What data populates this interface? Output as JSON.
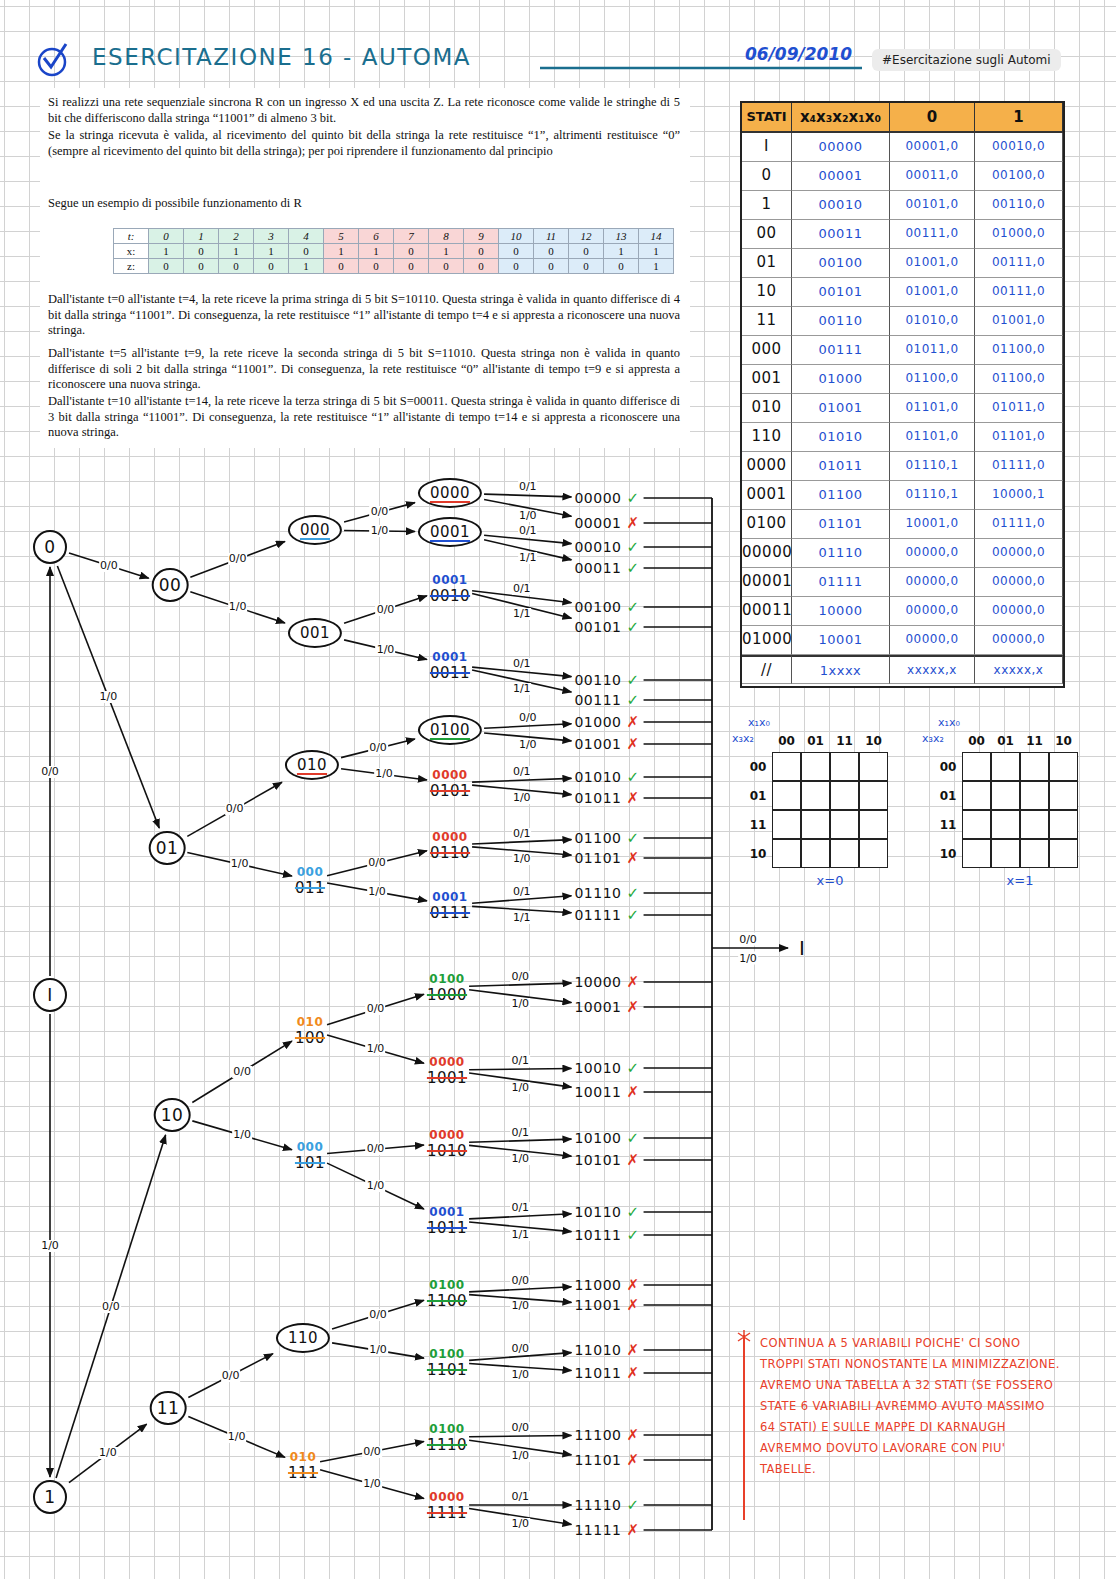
{
  "diagram": {
    "title": "ESERCITAZIONE 16 - AUTOMA",
    "nodes": [
      {
        "text": [
          "I"
        ]
      },
      {
        "text": [
          "0"
        ]
      },
      {
        "text": [
          "1"
        ]
      },
      {
        "text": [
          "00"
        ]
      },
      {
        "text": [
          "01"
        ]
      },
      {
        "text": [
          "10"
        ]
      },
      {
        "text": [
          "11"
        ]
      },
      {
        "text": [
          "000"
        ]
      },
      {
        "text": [
          "001"
        ]
      },
      {
        "text": [
          "010"
        ]
      },
      {
        "text": [
          "000",
          "011"
        ]
      },
      {
        "text": [
          "010",
          "100"
        ]
      },
      {
        "text": [
          "000",
          "101"
        ]
      },
      {
        "text": [
          "110"
        ]
      },
      {
        "text": [
          "010",
          "111"
        ]
      },
      {
        "text": [
          "0000"
        ]
      },
      {
        "text": [
          "0001"
        ]
      },
      {
        "text": [
          "0001",
          "0010"
        ]
      },
      {
        "text": [
          "0001",
          "0011"
        ]
      },
      {
        "text": [
          "0100"
        ]
      },
      {
        "text": [
          "0000",
          "0101"
        ]
      },
      {
        "text": [
          "0000",
          "0110"
        ]
      },
      {
        "text": [
          "0001",
          "0111"
        ]
      },
      {
        "text": [
          "0100",
          "1000"
        ]
      },
      {
        "text": [
          "0000",
          "1001"
        ]
      },
      {
        "text": [
          "0000",
          "1010"
        ]
      },
      {
        "text": [
          "0001",
          "1011"
        ]
      },
      {
        "text": [
          "0100",
          "1100"
        ]
      },
      {
        "text": [
          "0100",
          "1101"
        ]
      },
      {
        "text": [
          "0100",
          "1110"
        ]
      },
      {
        "text": [
          "0000",
          "1111"
        ]
      },
      {
        "text": [
          "00000",
          "✓"
        ]
      },
      {
        "text": [
          "00001",
          "✗"
        ]
      },
      {
        "text": [
          "00010",
          "✓"
        ]
      },
      {
        "text": [
          "00011",
          "✓"
        ]
      },
      {
        "text": [
          "00100",
          "✓"
        ]
      },
      {
        "text": [
          "00101",
          "✓"
        ]
      },
      {
        "text": [
          "00110",
          "✓"
        ]
      },
      {
        "text": [
          "00111",
          "✓"
        ]
      },
      {
        "text": [
          "01000",
          "✗"
        ]
      },
      {
        "text": [
          "01001",
          "✗"
        ]
      },
      {
        "text": [
          "01010",
          "✓"
        ]
      },
      {
        "text": [
          "01011",
          "✗"
        ]
      },
      {
        "text": [
          "01100",
          "✓"
        ]
      },
      {
        "text": [
          "01101",
          "✗"
        ]
      },
      {
        "text": [
          "01110",
          "✓"
        ]
      },
      {
        "text": [
          "01111",
          "✓"
        ]
      },
      {
        "text": [
          "10000",
          "✗"
        ]
      },
      {
        "text": [
          "10001",
          "✗"
        ]
      },
      {
        "text": [
          "10010",
          "✓"
        ]
      },
      {
        "text": [
          "10011",
          "✗"
        ]
      },
      {
        "text": [
          "10100",
          "✓"
        ]
      },
      {
        "text": [
          "10101",
          "✗"
        ]
      },
      {
        "text": [
          "10110",
          "✓"
        ]
      },
      {
        "text": [
          "10111",
          "✓"
        ]
      },
      {
        "text": [
          "11000",
          "✗"
        ]
      },
      {
        "text": [
          "11001",
          "✗"
        ]
      },
      {
        "text": [
          "11010",
          "✗"
        ]
      },
      {
        "text": [
          "11011",
          "✗"
        ]
      },
      {
        "text": [
          "11100",
          "✗"
        ]
      },
      {
        "text": [
          "11101",
          "✗"
        ]
      },
      {
        "text": [
          "11110",
          "✓"
        ]
      },
      {
        "text": [
          "11111",
          "✗"
        ]
      }
    ],
    "edges": [
      {
        "from": 0,
        "to": 1,
        "label": "0/0",
        "arrow": "to"
      },
      {
        "from": 0,
        "to": 2,
        "label": "1/0",
        "arrow": "to"
      },
      {
        "from": 1,
        "to": 3,
        "label": "0/0",
        "arrow": "to"
      },
      {
        "from": 1,
        "to": 4,
        "label": "1/0",
        "arrow": "to"
      },
      {
        "from": 2,
        "to": 5,
        "label": "0/0",
        "arrow": "to"
      },
      {
        "from": 2,
        "to": 6,
        "label": "1/0",
        "arrow": "to"
      },
      {
        "from": 3,
        "to": 7,
        "label": "0/0",
        "arrow": "to"
      },
      {
        "from": 3,
        "to": 8,
        "label": "1/0",
        "arrow": "to"
      },
      {
        "from": 4,
        "to": 9,
        "label": "0/0",
        "arrow": "to"
      },
      {
        "from": 4,
        "to": 10,
        "label": "1/0",
        "arrow": "to"
      },
      {
        "from": 5,
        "to": 11,
        "label": "0/0",
        "arrow": "to"
      },
      {
        "from": 5,
        "to": 12,
        "label": "1/0",
        "arrow": "to"
      },
      {
        "from": 6,
        "to": 13,
        "label": "0/0",
        "arrow": "to"
      },
      {
        "from": 6,
        "to": 14,
        "label": "1/0",
        "arrow": "to"
      },
      {
        "from": 7,
        "to": 15,
        "label": "0/0",
        "arrow": "to"
      },
      {
        "from": 7,
        "to": 16,
        "label": "1/0",
        "arrow": "to"
      },
      {
        "from": 8,
        "to": 17,
        "label": "0/0",
        "arrow": "to"
      },
      {
        "from": 8,
        "to": 18,
        "label": "1/0",
        "arrow": "to"
      },
      {
        "from": 9,
        "to": 19,
        "label": "0/0",
        "arrow": "to"
      },
      {
        "from": 9,
        "to": 20,
        "label": "1/0",
        "arrow": "to"
      },
      {
        "from": 10,
        "to": 21,
        "label": "0/0",
        "arrow": "to"
      },
      {
        "from": 10,
        "to": 22,
        "label": "1/0",
        "arrow": "to"
      },
      {
        "from": 11,
        "to": 23,
        "label": "0/0",
        "arrow": "to"
      },
      {
        "from": 11,
        "to": 24,
        "label": "1/0",
        "arrow": "to"
      },
      {
        "from": 12,
        "to": 25,
        "label": "0/0",
        "arrow": "to"
      },
      {
        "from": 12,
        "to": 26,
        "label": "1/0",
        "arrow": "to"
      },
      {
        "from": 13,
        "to": 27,
        "label": "0/0",
        "arrow": "to"
      },
      {
        "from": 13,
        "to": 28,
        "label": "1/0",
        "arrow": "to"
      },
      {
        "from": 14,
        "to": 29,
        "label": "0/0",
        "arrow": "to"
      },
      {
        "from": 14,
        "to": 30,
        "label": "1/0",
        "arrow": "to"
      },
      {
        "from": 15,
        "to": 31,
        "label": "0/1",
        "arrow": "to"
      },
      {
        "from": 15,
        "to": 32,
        "label": "1/0",
        "arrow": "to"
      },
      {
        "from": 16,
        "to": 33,
        "label": "0/1",
        "arrow": "to"
      },
      {
        "from": 16,
        "to": 34,
        "label": "1/1",
        "arrow": "to"
      },
      {
        "from": 17,
        "to": 35,
        "label": "0/1",
        "arrow": "to"
      },
      {
        "from": 17,
        "to": 36,
        "label": "1/1",
        "arrow": "to"
      },
      {
        "from": 18,
        "to": 37,
        "label": "0/1",
        "arrow": "to"
      },
      {
        "from": 18,
        "to": 38,
        "label": "1/1",
        "arrow": "to"
      },
      {
        "from": 19,
        "to": 39,
        "label": "0/0",
        "arrow": "to"
      },
      {
        "from": 19,
        "to": 40,
        "label": "1/0",
        "arrow": "to"
      },
      {
        "from": 20,
        "to": 41,
        "label": "0/1",
        "arrow": "to"
      },
      {
        "from": 20,
        "to": 42,
        "label": "1/0",
        "arrow": "to"
      },
      {
        "from": 21,
        "to": 43,
        "label": "0/1",
        "arrow": "to"
      },
      {
        "from": 21,
        "to": 44,
        "label": "1/0",
        "arrow": "to"
      },
      {
        "from": 22,
        "to": 45,
        "label": "0/1",
        "arrow": "to"
      },
      {
        "from": 22,
        "to": 46,
        "label": "1/1",
        "arrow": "to"
      },
      {
        "from": 23,
        "to": 47,
        "label": "0/0",
        "arrow": "to"
      },
      {
        "from": 23,
        "to": 48,
        "label": "1/0",
        "arrow": "to"
      },
      {
        "from": 24,
        "to": 49,
        "label": "0/1",
        "arrow": "to"
      },
      {
        "from": 24,
        "to": 50,
        "label": "1/0",
        "arrow": "to"
      },
      {
        "from": 25,
        "to": 51,
        "label": "0/1",
        "arrow": "to"
      },
      {
        "from": 25,
        "to": 52,
        "label": "1/0",
        "arrow": "to"
      },
      {
        "from": 26,
        "to": 53,
        "label": "0/1",
        "arrow": "to"
      },
      {
        "from": 26,
        "to": 54,
        "label": "1/1",
        "arrow": "to"
      },
      {
        "from": 27,
        "to": 55,
        "label": "0/0",
        "arrow": "to"
      },
      {
        "from": 27,
        "to": 56,
        "label": "1/0",
        "arrow": "to"
      },
      {
        "from": 28,
        "to": 57,
        "label": "0/0",
        "arrow": "to"
      },
      {
        "from": 28,
        "to": 58,
        "label": "1/0",
        "arrow": "to"
      },
      {
        "from": 29,
        "to": 59,
        "label": "0/0",
        "arrow": "to"
      },
      {
        "from": 29,
        "to": 60,
        "label": "1/0",
        "arrow": "to"
      },
      {
        "from": 30,
        "to": 61,
        "label": "0/1",
        "arrow": "to"
      },
      {
        "from": 30,
        "to": 62,
        "label": "1/0",
        "arrow": "to"
      }
    ],
    "labels": [
      "06/09/2010",
      "#Esercitazione sugli Automi",
      "Si realizzi una rete sequenziale sincrona R con un ingresso X ed una uscita Z. La rete riconosce come valide le stringhe di 5 bit che differiscono dalla stringa “11001” di almeno 3 bit.",
      "Se la stringa ricevuta è valida, al ricevimento del quinto bit della stringa la rete restituisce “1”, altrimenti restituisce “0” (sempre al ricevimento del quinto bit della stringa); per poi riprendere il funzionamento dal principio",
      "Segue un esempio di possibile funzionamento di R",
      "t:",
      "0",
      "1",
      "2",
      "3",
      "4",
      "5",
      "6",
      "7",
      "8",
      "9",
      "10",
      "11",
      "12",
      "13",
      "14",
      "x:",
      "1",
      "0",
      "1",
      "1",
      "0",
      "1",
      "1",
      "0",
      "1",
      "0",
      "0",
      "0",
      "0",
      "1",
      "1",
      "z:",
      "0",
      "0",
      "0",
      "0",
      "1",
      "0",
      "0",
      "0",
      "0",
      "0",
      "0",
      "0",
      "0",
      "0",
      "1",
      "Dall'istante t=0 all'istante t=4, la rete riceve la prima stringa di 5 bit S=10110. Questa stringa è valida in quanto differisce di 4 bit dalla stringa “11001”. Di conseguenza, la rete restituisce “1” all'istante di tempo t=4 e si appresta a riconoscere una nuova stringa.",
      "Dall'istante t=5 all'istante t=9, la rete riceve la seconda stringa di 5 bit S=11010. Questa stringa non è valida in quanto differisce di soli 2 bit dalla stringa “11001”. Di conseguenza, la rete restituisce “0” all'istante di tempo t=9 e si appresta a riconoscere una nuova stringa.",
      "Dall'istante t=10 all'istante t=14, la rete riceve la terza stringa di 5 bit S=00011. Questa stringa è valida in quanto differisce di 3 bit dalla stringa “11001”. Di conseguenza, la rete restituisce “1” all'istante di tempo t=14 e si appresta a riconoscere una nuova stringa.",
      "STATI",
      "x₄x₃x₂x₁x₀",
      "0",
      "1",
      "I",
      "00000",
      "00001,0",
      "00010,0",
      "0",
      "00001",
      "00011,0",
      "00100,0",
      "1",
      "00010",
      "00101,0",
      "00110,0",
      "00",
      "00011",
      "00111,0",
      "01000,0",
      "01",
      "00100",
      "01001,0",
      "00111,0",
      "10",
      "00101",
      "01001,0",
      "00111,0",
      "11",
      "00110",
      "01010,0",
      "01001,0",
      "000",
      "00111",
      "01011,0",
      "01100,0",
      "001",
      "01000",
      "01100,0",
      "01100,0",
      "010",
      "01001",
      "01101,0",
      "01011,0",
      "110",
      "01010",
      "01101,0",
      "01101,0",
      "0000",
      "01011",
      "01110,1",
      "01111,0",
      "0001",
      "01100",
      "01110,1",
      "10000,1",
      "0100",
      "01101",
      "10001,0",
      "01111,0",
      "00000",
      "01110",
      "00000,0",
      "00000,0",
      "00001",
      "01111",
      "00000,0",
      "00000,0",
      "00011",
      "10000",
      "00000,0",
      "00000,0",
      "01000",
      "10001",
      "00000,0",
      "00000,0",
      "//",
      "1xxxx",
      "xxxxx,x",
      "xxxxx,x",
      "x₁x₀",
      "x₃x₂",
      "00",
      "01",
      "11",
      "10",
      "00",
      "01",
      "11",
      "10",
      "x=0",
      "x₁x₀",
      "x₃x₂",
      "00",
      "01",
      "11",
      "10",
      "00",
      "01",
      "11",
      "10",
      "x=1",
      "0/0",
      "1/0",
      "I",
      "CONTINUA A 5 VARIABILI POICHE' CI SONO TROPPI STATI NONOSTANTE LA MINIMIZZAZIONE. AVREMO UNA TABELLA A 32 STATI (SE FOSSERO STATE 6 VARIABILI AVREMMO AVUTO MASSIMO 64 STATI) E SULLE MAPPE DI KARNAUGH AVREMMO DOVUTO LAVORARE CON PIU' TABELLE."
    ]
  }
}
